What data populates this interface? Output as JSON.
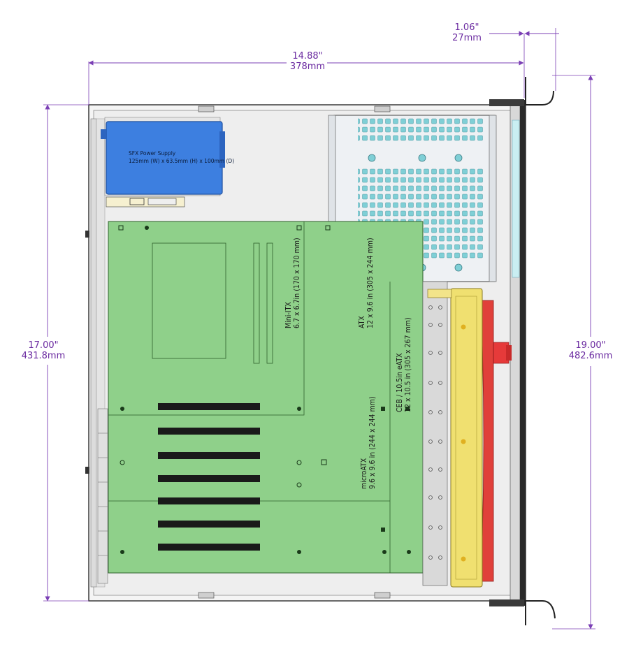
{
  "dimensions": {
    "width_top": {
      "in": "14.88\"",
      "mm": "378mm"
    },
    "flange": {
      "in": "1.06\"",
      "mm": "27mm"
    },
    "depth_left": {
      "in": "17.00\"",
      "mm": "431.8mm"
    },
    "depth_right": {
      "in": "19.00\"",
      "mm": "482.6mm"
    }
  },
  "psu": {
    "line1": "SFX Power Supply",
    "line2": "125mm (W) x 63.5mm (H) x 100mm (D)"
  },
  "boards": {
    "mini_itx": {
      "name": "Mini-ITX",
      "size": "6.7 x 6.7in (170 x 170 mm)"
    },
    "atx": {
      "name": "ATX",
      "size": "12 x 9.6 in (305 x 244 mm)"
    },
    "ceb": {
      "name": "CEB / 10.5in eATX",
      "size": "12 x 10.5 in (305 x 267 mm)"
    },
    "micro_atx": {
      "name": "microATX",
      "size": "9.6 x 9.6 in (244 x 244 mm)"
    }
  },
  "colors": {
    "dimension": "#7b3fb5",
    "board": "#8fd08a",
    "psu": "#3d7fe0",
    "fan": "#f0e070",
    "fan_blade": "#e0403a",
    "drive_cage": "#e9edf1",
    "vent": "#7fcfd6"
  }
}
